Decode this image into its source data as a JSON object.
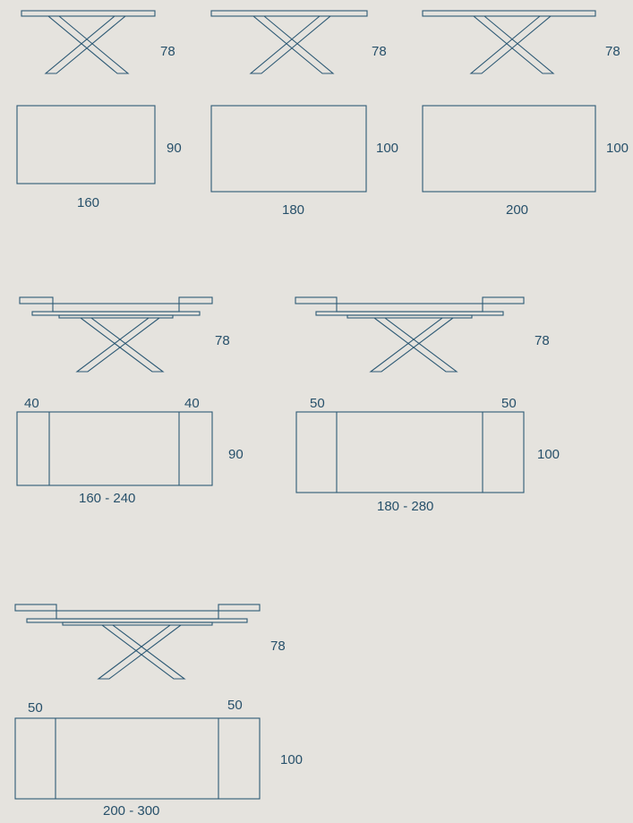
{
  "theme": {
    "background": "#e5e3de",
    "line_color": "#2e5a75",
    "text_color": "#27506a"
  },
  "tables": [
    {
      "type": "fixed",
      "height": "78",
      "depth": "90",
      "length": "160"
    },
    {
      "type": "fixed",
      "height": "78",
      "depth": "100",
      "length": "180"
    },
    {
      "type": "fixed",
      "height": "78",
      "depth": "100",
      "length": "200"
    },
    {
      "type": "extendable",
      "height": "78",
      "depth": "90",
      "length": "160 - 240",
      "ext_left": "40",
      "ext_right": "40"
    },
    {
      "type": "extendable",
      "height": "78",
      "depth": "100",
      "length": "180 - 280",
      "ext_left": "50",
      "ext_right": "50"
    },
    {
      "type": "extendable",
      "height": "78",
      "depth": "100",
      "length": "200 - 300",
      "ext_left": "50",
      "ext_right": "50"
    }
  ]
}
